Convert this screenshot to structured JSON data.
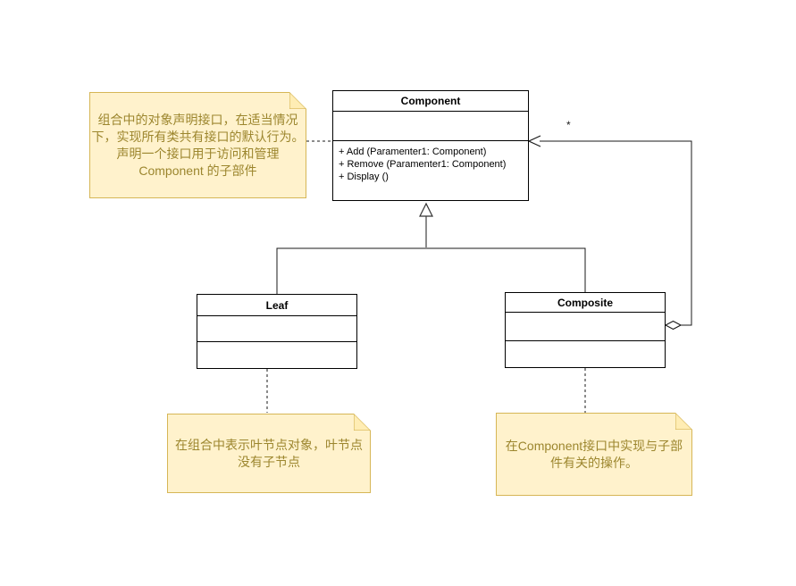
{
  "diagram_title": "Composite pattern UML class diagram",
  "colors": {
    "note_fill": "#FFF2CC",
    "note_border": "#D6B656",
    "note_fold_fill": "#FFEDB4",
    "note_text": "#9C862E",
    "box_fill": "#FFFFFF",
    "box_border": "#000000",
    "edge_color": "#1A1A1A",
    "generalization_stem_color": "#8C8C8C"
  },
  "classes": {
    "component": {
      "title": "Component",
      "methods": [
        "+ Add (Paramenter1: Component)",
        "+ Remove (Paramenter1: Component)",
        "+ Display ()"
      ]
    },
    "leaf": {
      "title": "Leaf"
    },
    "composite": {
      "title": "Composite"
    }
  },
  "notes": [
    {
      "attached_to": "Component",
      "lines": [
        "组合中的对象声明接口，在适当情况",
        "下，实现所有类共有接口的默认行为。",
        "声明一个接口用于访问和管理",
        "Component 的子部件"
      ]
    },
    {
      "attached_to": "Leaf",
      "lines": [
        "在组合中表示叶节点对象，叶节点",
        "没有子节点"
      ]
    },
    {
      "attached_to": "Composite",
      "lines": [
        "在Component接口中实现与子部",
        "件有关的操作。"
      ]
    }
  ],
  "labels": {
    "multiplicity": "*"
  }
}
